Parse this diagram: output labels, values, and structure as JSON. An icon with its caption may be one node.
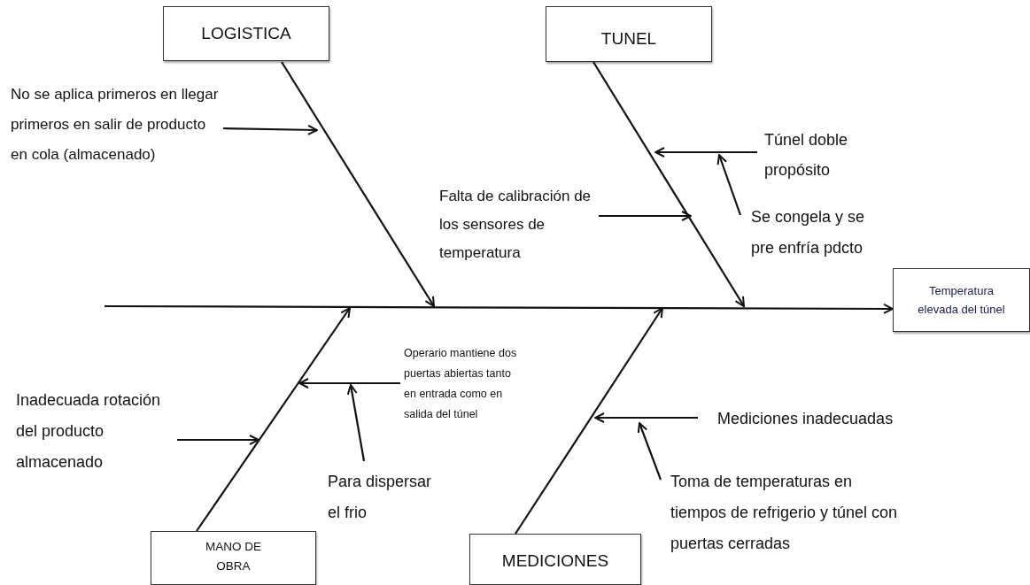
{
  "diagram": {
    "nodes": [
      {
        "text": [
          "LOGISTICA"
        ]
      },
      {
        "text": [
          "TUNEL"
        ]
      },
      {
        "text": [
          "No se aplica primeros en llegar primeros en salir de producto en cola (almacenado)"
        ]
      },
      {
        "text": [
          "Túnel doble propósito"
        ]
      },
      {
        "text": [
          "Falta de calibración de los sensores de temperatura"
        ]
      },
      {
        "text": [
          "Se congela y se pre enfría pdcto"
        ]
      },
      {
        "text": [
          "Temperatura elevada del túnel"
        ]
      },
      {
        "text": [
          "Operario mantiene dos puertas abiertas tanto en entrada como en salida del túnel"
        ]
      },
      {
        "text": [
          "Inadecuada rotación del producto almacenado"
        ]
      },
      {
        "text": [
          "Mediciones inadecuadas"
        ]
      },
      {
        "text": [
          "Para dispersar el frio"
        ]
      },
      {
        "text": [
          "Toma de temperaturas en tiempos de refrigerio y túnel con puertas cerradas"
        ]
      },
      {
        "text": [
          "MANO DE OBRA"
        ]
      },
      {
        "text": [
          "MEDICIONES"
        ]
      }
    ],
    "edges": [
      {
        "from": null,
        "to": 6,
        "arrow": "to"
      },
      {
        "from": 0,
        "to": null,
        "arrow": "to"
      },
      {
        "from": 1,
        "to": null,
        "arrow": "to"
      },
      {
        "from": 12,
        "to": null,
        "arrow": "to"
      },
      {
        "from": 13,
        "to": null,
        "arrow": "to"
      },
      {
        "from": 2,
        "to": null,
        "arrow": "to"
      },
      {
        "from": 4,
        "to": null,
        "arrow": "to"
      },
      {
        "from": 3,
        "to": null,
        "arrow": "to"
      },
      {
        "from": 5,
        "to": null,
        "arrow": "to"
      },
      {
        "from": 8,
        "to": null,
        "arrow": "to"
      },
      {
        "from": 7,
        "to": null,
        "arrow": "to"
      },
      {
        "from": 10,
        "to": null,
        "arrow": "to"
      },
      {
        "from": 9,
        "to": null,
        "arrow": "to"
      },
      {
        "from": 11,
        "to": null,
        "arrow": "to"
      }
    ]
  }
}
